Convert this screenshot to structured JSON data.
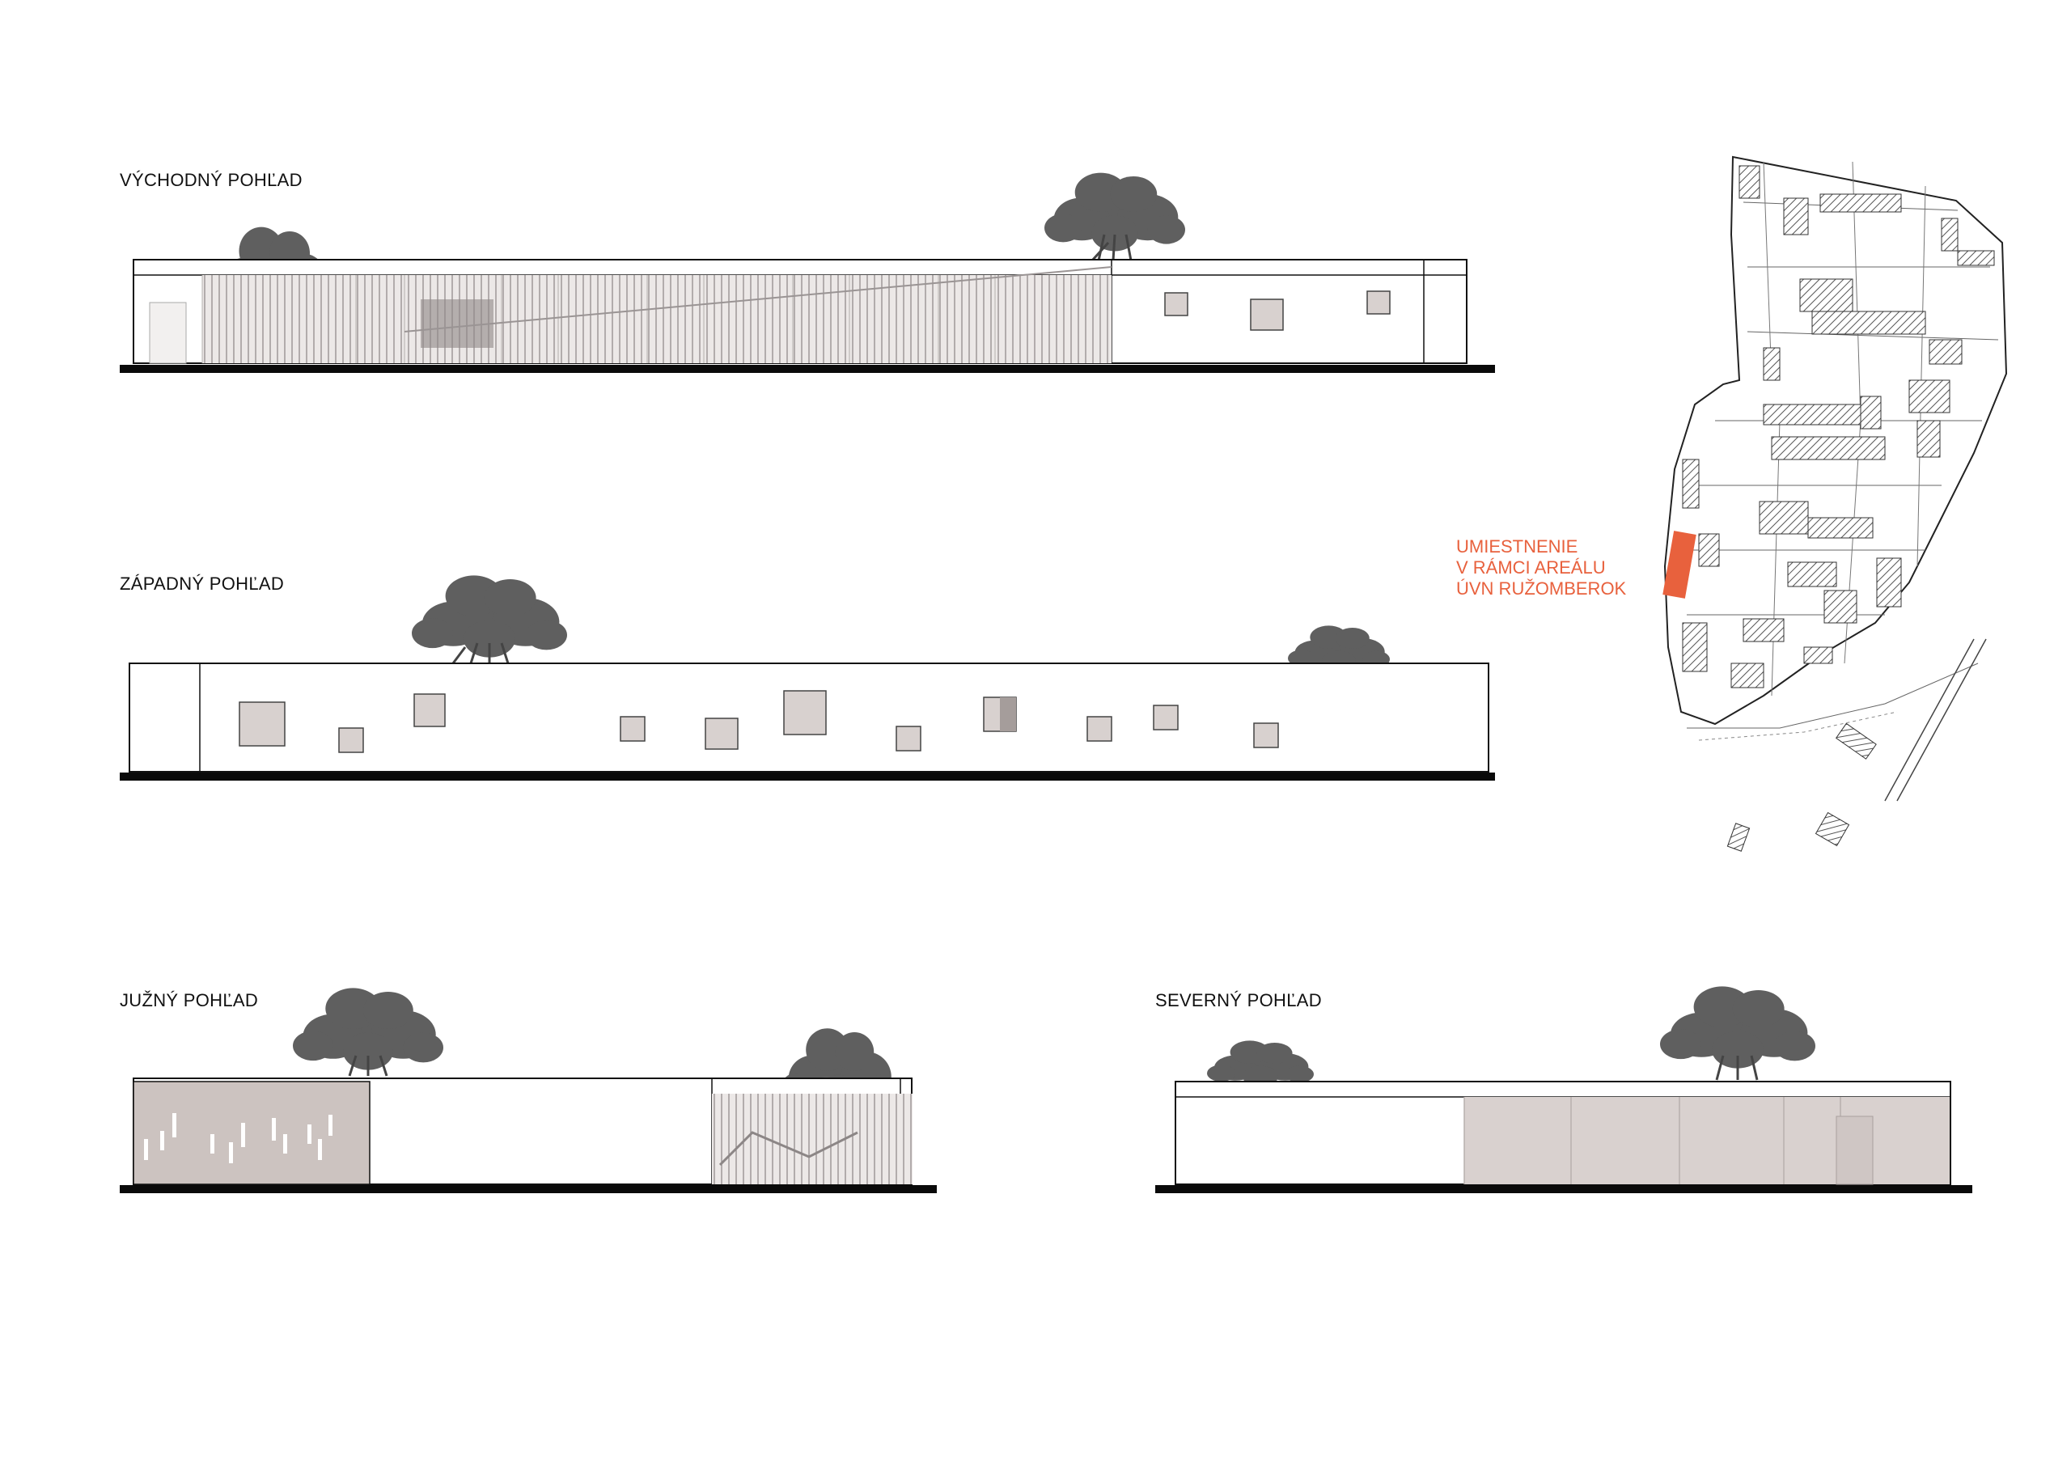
{
  "views": {
    "east": {
      "title": "VÝCHODNÝ POHĽAD"
    },
    "west": {
      "title": "ZÁPADNÝ POHĽAD"
    },
    "south": {
      "title": "JUŽNÝ POHĽAD"
    },
    "north": {
      "title": "SEVERNÝ POHĽAD"
    }
  },
  "site_plan": {
    "label_line1": "UMIESTNENIE",
    "label_line2": "V RÁMCI AREÁLU",
    "label_line3": "ÚVN RUŽOMBEROK"
  },
  "colors": {
    "ink": "#111111",
    "ground": "#0a0a0a",
    "facade_panel": "#ccc3c0",
    "window_fill": "#d8d1cf",
    "tree": "#5f5f5f",
    "highlight": "#e8613d"
  }
}
